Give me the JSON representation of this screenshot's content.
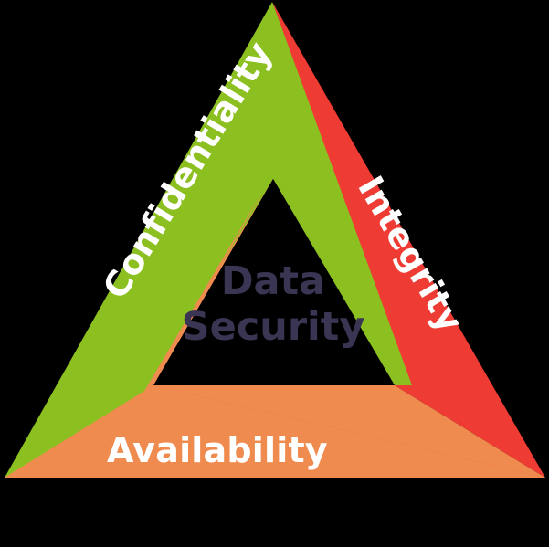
{
  "diagram": {
    "kind": "cia-triad-triangle",
    "title": "Data Security",
    "center": {
      "line1": "Data",
      "line2": "Security",
      "color": "#3a3552"
    },
    "bands": [
      {
        "id": "confidentiality",
        "label": "Confidentiality",
        "color": "#8cc021",
        "text_color": "#ffffff",
        "position": "left",
        "rotation_deg": -59
      },
      {
        "id": "integrity",
        "label": "Integrity",
        "color": "#ee3c34",
        "text_color": "#ffffff",
        "position": "right",
        "rotation_deg": 60
      },
      {
        "id": "availability",
        "label": "Availability",
        "color": "#f08b4f",
        "text_color": "#ffffff",
        "position": "bottom",
        "rotation_deg": 0
      }
    ],
    "background": "#000000"
  }
}
